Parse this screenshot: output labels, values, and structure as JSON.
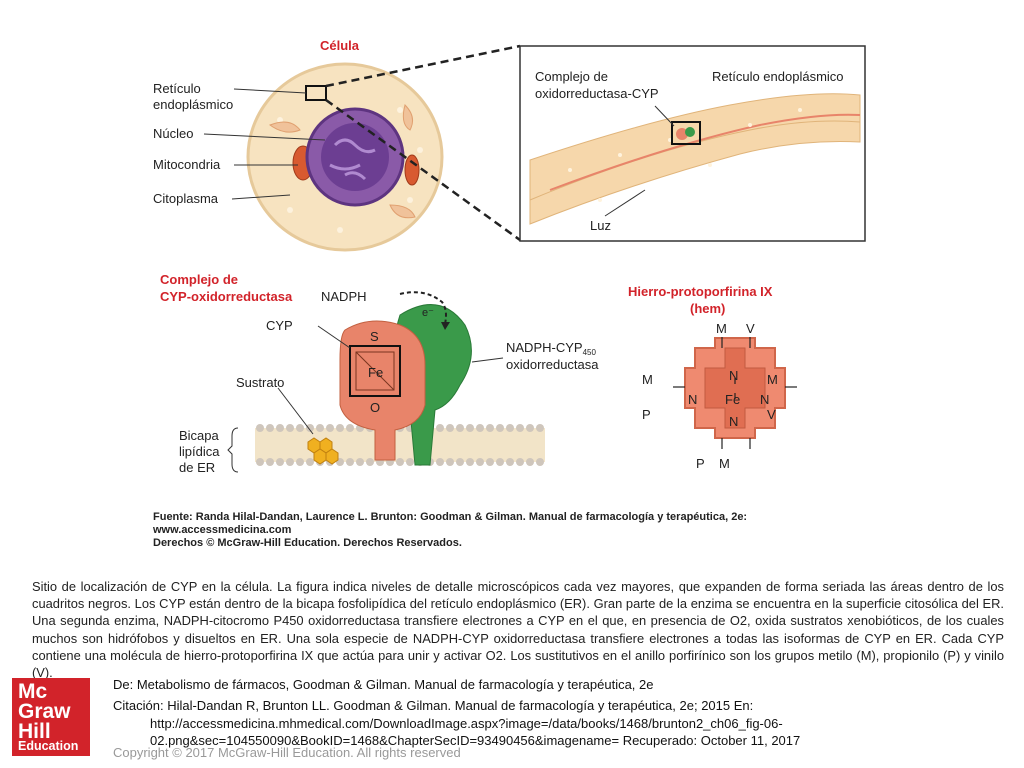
{
  "figure": {
    "cell_title": "Célula",
    "cell_labels": [
      "Retículo",
      "endoplásmico",
      "Núcleo",
      "Mitocondria",
      "Citoplasma"
    ],
    "inset_labels": [
      "Complejo de",
      "oxidorreductasa-CYP",
      "Retículo endoplásmico",
      "Luz"
    ],
    "complex_title": [
      "Complejo de",
      "CYP-oxidorreductasa"
    ],
    "complex_labels": [
      "NADPH",
      "e⁻",
      "CYP",
      "S",
      "Fe",
      "O",
      "Sustrato",
      "Bicapa",
      "lipídica",
      "de ER"
    ],
    "reductase_label": [
      "NADPH-CYP",
      "450",
      "oxidorreductasa"
    ],
    "heme_title": [
      "Hierro-protoporfirina IX",
      "(hem)"
    ],
    "heme_labels": [
      "M",
      "V",
      "M",
      "M",
      "P",
      "V",
      "P",
      "M",
      "N",
      "N",
      "Fe",
      "N",
      "N"
    ],
    "source": [
      "Fuente: Randa Hilal-Dandan, Laurence L. Brunton: Goodman & Gilman. Manual de farmacología y terapéutica, 2e:",
      "www.accessmedicina.com",
      "Derechos © McGraw-Hill Education. Derechos Reservados."
    ]
  },
  "caption": "Sitio de localización de CYP en la célula. La figura indica niveles de detalle microscópicos cada vez mayores, que expanden de forma seriada las áreas dentro de los cuadritos negros. Los CYP están dentro de la bicapa fosfolipídica del retículo endoplásmico (ER). Gran parte de la enzima se encuentra en la superficie citosólica del ER. Una segunda enzima, NADPH-citocromo P450 oxidorreductasa transfiere electrones a CYP en el que, en presencia de O2, oxida sustratos xenobióticos, de los cuales muchos son hidrófobos y disueltos en ER. Una sola especie de NADPH-CYP oxidorreductasa transfiere electrones a todas las isoformas de CYP en ER. Cada CYP contiene una molécula de hierro-protoporfirina IX que actúa para unir y activar O2. Los sustitutivos en el anillo porfirínico son los grupos metilo (M), propionilo (P) y vinilo (V).",
  "logo": [
    "Mc",
    "Graw",
    "Hill",
    "Education"
  ],
  "refs": {
    "line1": "De: Metabolismo de fármacos, Goodman & Gilman. Manual de farmacología y terapéutica, 2e",
    "line2": "Citación: Hilal-Dandan R, Brunton LL. Goodman & Gilman. Manual de farmacología y terapéutica, 2e; 2015 En:",
    "line3": "http://accessmedicina.mhmedical.com/DownloadImage.aspx?image=/data/books/1468/brunton2_ch06_fig-06-",
    "line4": "02.png&sec=104550090&BookID=1468&ChapterSecID=93490456&imagename= Recuperado: October 11, 2017"
  },
  "copyright": "Copyright © 2017 McGraw-Hill Education. All rights reserved",
  "colors": {
    "red_title": "#d2232a",
    "cyp": "#e8846a",
    "reductase": "#3a9a4a",
    "membrane": "#f2d6a6",
    "nucleus": "#7d4c9e",
    "logo": "#d2232a"
  }
}
